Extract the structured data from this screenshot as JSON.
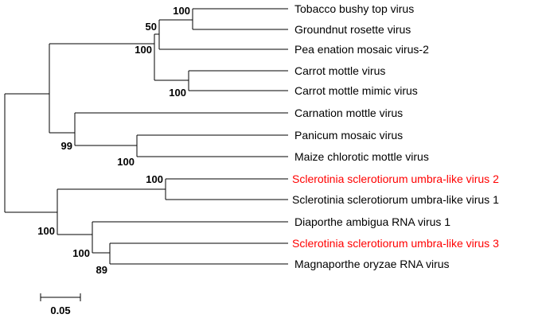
{
  "tree": {
    "taxa": [
      {
        "id": "tbtv",
        "label": "Tobacco bushy top virus",
        "color": "#000000"
      },
      {
        "id": "grv",
        "label": "Groundnut rosette virus",
        "color": "#000000"
      },
      {
        "id": "pemv2",
        "label": "Pea enation mosaic virus-2",
        "color": "#000000"
      },
      {
        "id": "cmotv",
        "label": "Carrot mottle virus",
        "color": "#000000"
      },
      {
        "id": "cmomv",
        "label": "Carrot mottle mimic virus",
        "color": "#000000"
      },
      {
        "id": "carmv",
        "label": "Carnation mottle virus",
        "color": "#000000"
      },
      {
        "id": "pmv",
        "label": "Panicum mosaic virus",
        "color": "#000000"
      },
      {
        "id": "mcmv",
        "label": "Maize chlorotic mottle virus",
        "color": "#000000"
      },
      {
        "id": "ssulv2",
        "label": "Sclerotinia sclerotiorum umbra-like virus 2",
        "color": "#ff0000"
      },
      {
        "id": "ssulv1",
        "label": "Sclerotinia sclerotiorum umbra-like virus 1",
        "color": "#000000"
      },
      {
        "id": "darv1",
        "label": "Diaporthe ambigua RNA virus 1",
        "color": "#000000"
      },
      {
        "id": "ssulv3",
        "label": "Sclerotinia sclerotiorum umbra-like virus 3",
        "color": "#ff0000"
      },
      {
        "id": "morv",
        "label": "Magnaporthe oryzae RNA virus",
        "color": "#000000"
      }
    ],
    "bootstrap": [
      {
        "node": "tbtv-grv",
        "value": "100"
      },
      {
        "node": "tbtv-pemv2",
        "value": "50"
      },
      {
        "node": "umbravirus-clade",
        "value": "100"
      },
      {
        "node": "carrot-mottle-pair",
        "value": "100"
      },
      {
        "node": "carmo-pani-clade",
        "value": "99"
      },
      {
        "node": "pmv-mcmv",
        "value": "100"
      },
      {
        "node": "ssulv2-ssulv1",
        "value": "100"
      },
      {
        "node": "fungal-clade",
        "value": "100"
      },
      {
        "node": "darv1-clade",
        "value": "100"
      },
      {
        "node": "ssulv3-morv",
        "value": "89"
      }
    ],
    "scale_bar": {
      "label": "0.05"
    }
  }
}
